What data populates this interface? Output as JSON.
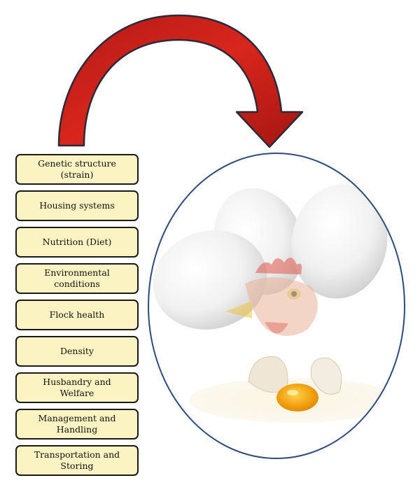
{
  "factors": [
    "Genetic structure\n(strain)",
    "Housing systems",
    "Nutrition (Diet)",
    "Environmental\nconditions",
    "Flock health",
    "Density",
    "Husbandry and\nWelfare",
    "Management and\nHandling",
    "Transportation and\nStoring"
  ],
  "colors": {
    "box_fill": "#fbf3c2",
    "box_border": "#1a1a1a",
    "arrow": "#c0211b",
    "oval_border": "#2f4b78"
  }
}
